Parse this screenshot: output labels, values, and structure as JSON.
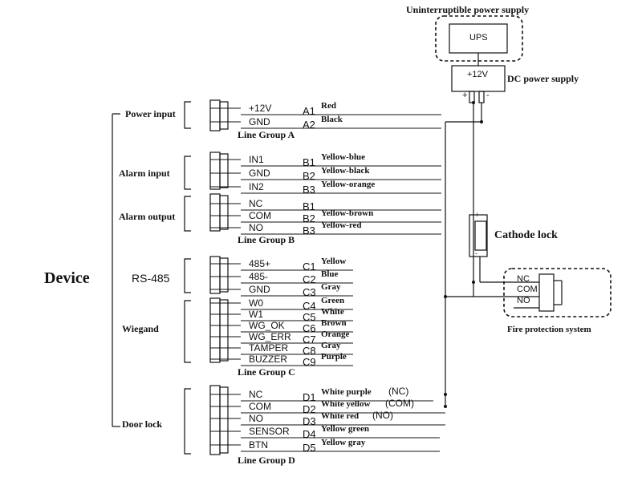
{
  "device_label": "Device",
  "sections": {
    "power_input": "Power input",
    "alarm_input": "Alarm input",
    "alarm_output": "Alarm output",
    "rs485": "RS-485",
    "wiegand": "Wiegand",
    "door_lock": "Door lock"
  },
  "groups": {
    "a": "Line Group A",
    "b": "Line Group B",
    "c": "Line Group C",
    "d": "Line Group D"
  },
  "pins": [
    {
      "terminal": "+12V",
      "code": "A1",
      "wire": "Red"
    },
    {
      "terminal": "GND",
      "code": "A2",
      "wire": "Black"
    },
    {
      "terminal": "IN1",
      "code": "B1",
      "wire": "Yellow-blue"
    },
    {
      "terminal": "GND",
      "code": "B2",
      "wire": "Yellow-black"
    },
    {
      "terminal": "IN2",
      "code": "B3",
      "wire": "Yellow-orange"
    },
    {
      "terminal": "NC",
      "code": "B1",
      "wire": ""
    },
    {
      "terminal": "COM",
      "code": "B2",
      "wire": "Yellow-brown"
    },
    {
      "terminal": "NO",
      "code": "B3",
      "wire": "Yellow-red"
    },
    {
      "terminal": "485+",
      "code": "C1",
      "wire": "Yellow"
    },
    {
      "terminal": "485-",
      "code": "C2",
      "wire": "Blue"
    },
    {
      "terminal": "GND",
      "code": "C3",
      "wire": "Gray"
    },
    {
      "terminal": "W0",
      "code": "C4",
      "wire": "Green"
    },
    {
      "terminal": "W1",
      "code": "C5",
      "wire": "White"
    },
    {
      "terminal": "WG_OK",
      "code": "C6",
      "wire": "Brown"
    },
    {
      "terminal": "WG_ERR",
      "code": "C7",
      "wire": "Orange"
    },
    {
      "terminal": "TAMPER",
      "code": "C8",
      "wire": "Gray"
    },
    {
      "terminal": "BUZZER",
      "code": "C9",
      "wire": "Purple"
    },
    {
      "terminal": "NC",
      "code": "D1",
      "wire": "White purple",
      "note": "(NC)"
    },
    {
      "terminal": "COM",
      "code": "D2",
      "wire": "White yellow",
      "note": "(COM)"
    },
    {
      "terminal": "NO",
      "code": "D3",
      "wire": "White red",
      "note": "(NO)"
    },
    {
      "terminal": "SENSOR",
      "code": "D4",
      "wire": "Yellow green"
    },
    {
      "terminal": "BTN",
      "code": "D5",
      "wire": "Yellow gray"
    }
  ],
  "ups": {
    "title": "Uninterruptible power supply",
    "box": "UPS"
  },
  "dc_supply": {
    "title": "DC power supply",
    "voltage": "+12V",
    "plus": "+",
    "minus": "-"
  },
  "cathode_lock": {
    "title": "Cathode lock",
    "plus": "+",
    "minus": "-"
  },
  "fire_system": {
    "title": "Fire protection system",
    "nc": "NC",
    "com": "COM",
    "no": "NO"
  }
}
